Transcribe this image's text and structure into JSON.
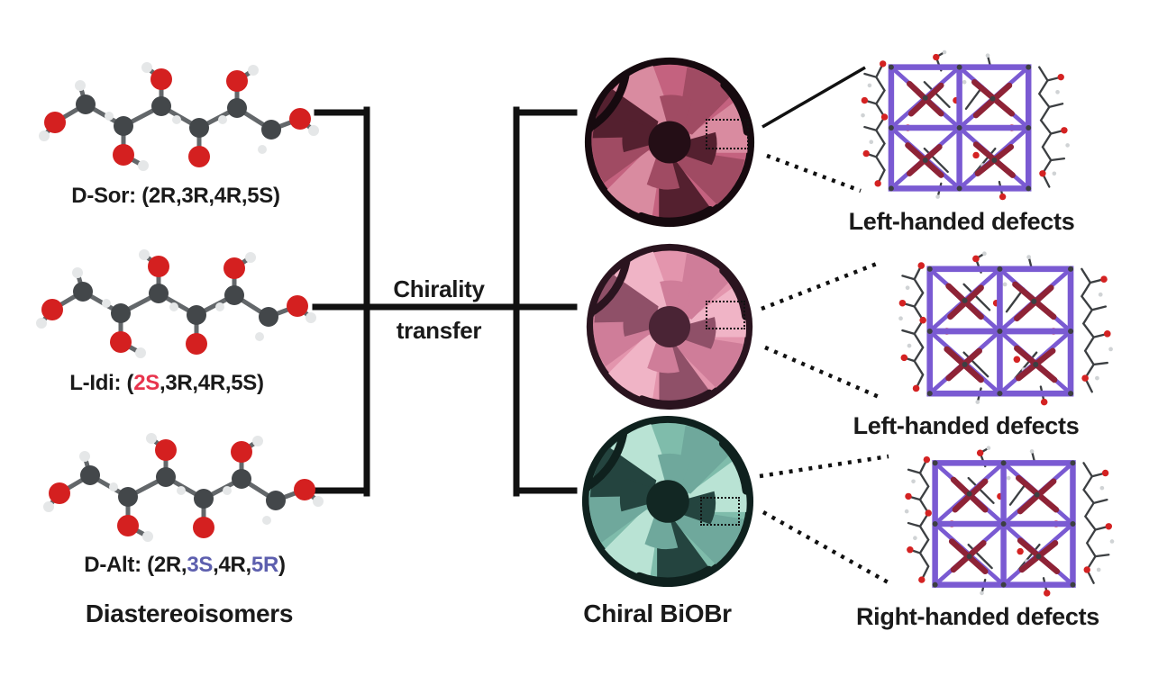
{
  "palette": {
    "background": "#ffffff",
    "text": "#1a1a1a",
    "line": "#111111",
    "red_accent": "#e8354e",
    "blue_accent": "#5d5fae"
  },
  "left_column": {
    "heading": "Diastereoisomers",
    "atom_colors": {
      "carbon": "#43474a",
      "oxygen": "#d42020",
      "hydrogen": "#e5e7e8",
      "bond": "#63676a"
    },
    "molecules": [
      {
        "name": "D-Sor",
        "label_parts": [
          {
            "t": "D-Sor: (2R,3R,4R,5S)",
            "c": "#1a1a1a"
          }
        ]
      },
      {
        "name": "L-Idi",
        "label_parts": [
          {
            "t": "L-Idi: (",
            "c": "#1a1a1a"
          },
          {
            "t": "2S",
            "c": "#e8354e"
          },
          {
            "t": ",3R,4R,5S)",
            "c": "#1a1a1a"
          }
        ]
      },
      {
        "name": "D-Alt",
        "label_parts": [
          {
            "t": "D-Alt: (2R,",
            "c": "#1a1a1a"
          },
          {
            "t": "3S",
            "c": "#5d5fae"
          },
          {
            "t": ",4R,",
            "c": "#1a1a1a"
          },
          {
            "t": "5R",
            "c": "#5d5fae"
          },
          {
            "t": ")",
            "c": "#1a1a1a"
          }
        ]
      }
    ]
  },
  "center": {
    "line1": "Chirality",
    "line2": "transfer"
  },
  "right_column": {
    "heading": "Chiral BiOBr",
    "defect_labels": [
      "Left-handed defects",
      "Left-handed defects",
      "Right-handed defects"
    ],
    "spheres": [
      {
        "shadow": "#160a0f",
        "rim": "#c4627f",
        "light": "#d98ba0",
        "mid": "#a04b63",
        "dark": "#54202f",
        "center": "#240e16"
      },
      {
        "shadow": "#2a141f",
        "rim": "#e395ad",
        "light": "#f0b4c6",
        "mid": "#cf7d99",
        "dark": "#8f5068",
        "center": "#4a2435"
      },
      {
        "shadow": "#0f211e",
        "rim": "#7fbcab",
        "light": "#b9e3d4",
        "mid": "#6fa89c",
        "dark": "#24443f",
        "center": "#122723"
      }
    ],
    "crystal": {
      "lattice": "#7a5ad2",
      "bond": "#8e2336",
      "carbon": "#3c3f42",
      "oxygen": "#d42222",
      "hydrogen": "#d0d3d5"
    }
  }
}
